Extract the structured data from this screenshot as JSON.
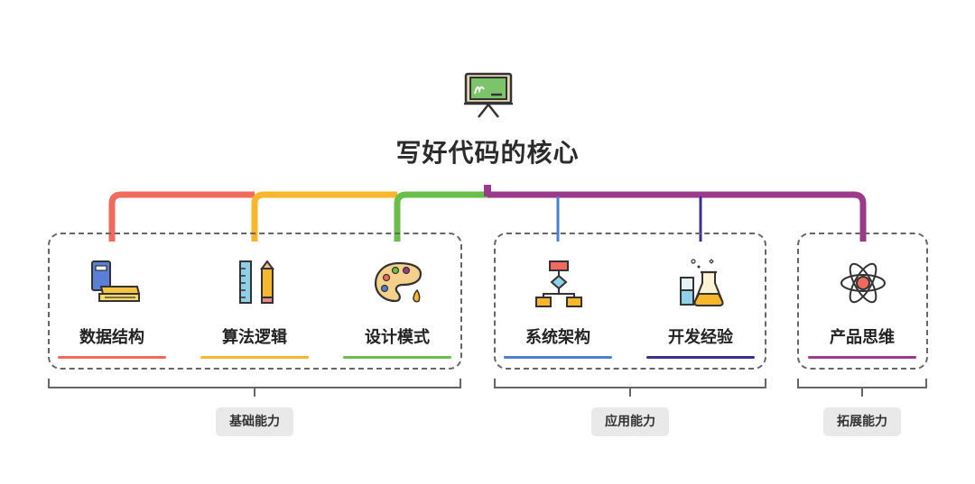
{
  "title": "写好代码的核心",
  "icons": {
    "title": "chalkboard-icon"
  },
  "colors": {
    "trunk": "#9b3a8b",
    "bracket": "#666666",
    "group_bg": "#e9e9e9"
  },
  "items": [
    {
      "id": "data-structures",
      "label": "数据结构",
      "color": "#f06b5d",
      "icon": "books-icon"
    },
    {
      "id": "algorithms",
      "label": "算法逻辑",
      "color": "#f8b62a",
      "icon": "ruler-pencil-icon"
    },
    {
      "id": "design-patterns",
      "label": "设计模式",
      "color": "#6abf4b",
      "icon": "palette-icon"
    },
    {
      "id": "architecture",
      "label": "系统架构",
      "color": "#4a7fd4",
      "icon": "flowchart-icon"
    },
    {
      "id": "dev-experience",
      "label": "开发经验",
      "color": "#3c2f8f",
      "icon": "flask-icon"
    },
    {
      "id": "product-thinking",
      "label": "产品思维",
      "color": "#9b3a8b",
      "icon": "atom-icon"
    }
  ],
  "groups": [
    {
      "id": "basic",
      "label": "基础能力"
    },
    {
      "id": "applied",
      "label": "应用能力"
    },
    {
      "id": "extended",
      "label": "拓展能力"
    }
  ]
}
